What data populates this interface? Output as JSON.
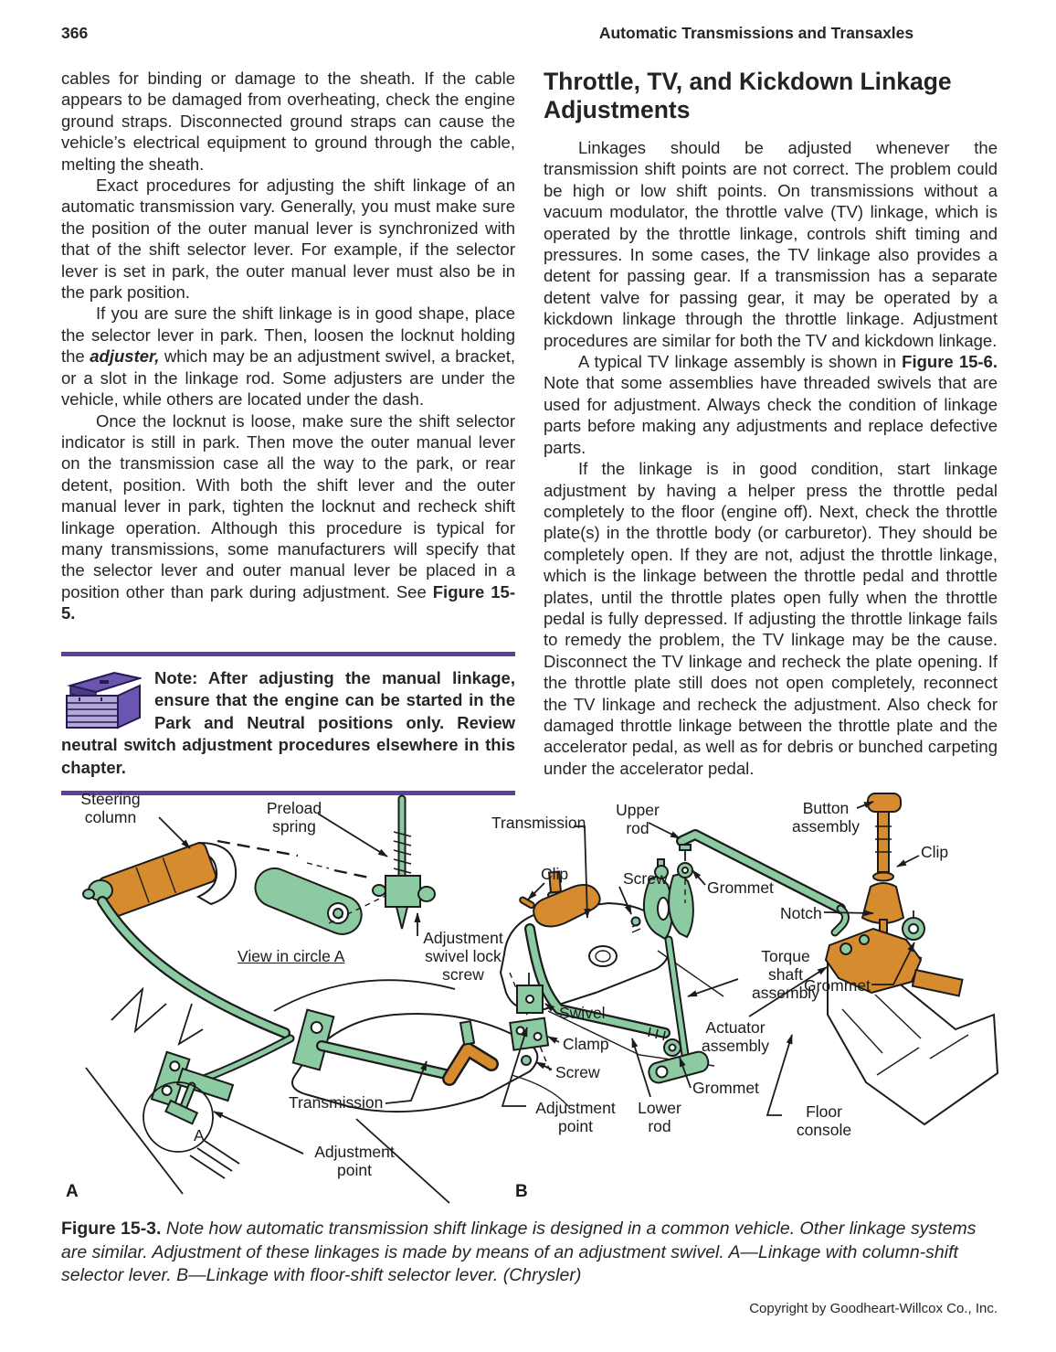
{
  "page": {
    "number": "366",
    "running_head": "Automatic Transmissions and Transaxles",
    "copyright": "Copyright by Goodheart-Willcox Co., Inc."
  },
  "left_column": {
    "para1": "cables for binding or damage to the sheath. If the cable appears to be damaged from overheating, check the engine ground straps. Disconnected ground straps can cause the vehicle’s electrical equipment to ground through the cable, melting the sheath.",
    "para2": "Exact procedures for adjusting the shift linkage of an automatic transmission vary. Generally, you must make sure the position of the outer manual lever is synchronized with that of the shift selector lever. For example, if the selector lever is set in park, the outer manual lever must also be in the park position.",
    "para3": {
      "pre": "If you are sure the shift linkage is in good shape, place the selector lever in park. Then, loosen the locknut holding the ",
      "bold": "adjuster,",
      "post": " which may be an adjustment swivel, a bracket, or a slot in the linkage rod. Some adjusters are under the vehicle, while others are located under the dash."
    },
    "para4": {
      "pre": "Once the locknut is loose, make sure the shift selector indicator is still in park. Then move the outer manual lever on the transmission case all the way to the park, or rear detent, position. With both the shift lever and the outer manual lever in park, tighten the locknut and recheck shift linkage operation. Although this procedure is typical for many transmissions, some manufacturers will specify that the selector lever and outer manual lever be placed in a position other than park during adjustment. See ",
      "bold": "Figure 15-5."
    }
  },
  "note_box": {
    "icon": "toolbox-icon",
    "text": "Note: After adjusting the manual linkage, ensure that the engine can be started in the Park and Neutral positions only. Review neutral switch adjustment procedures elsewhere in this chapter."
  },
  "right_column": {
    "heading": "Throttle, TV, and Kickdown Linkage Adjustments",
    "para1": "Linkages should be adjusted whenever the transmission shift points are not correct. The problem could be high or low shift points. On transmissions without a vacuum modulator, the throttle valve (TV) linkage, which is operated by the throttle linkage, controls shift timing and pressures. In some cases, the TV linkage also provides a detent for passing gear. If a transmission has a separate detent valve for passing gear, it may be operated by a kickdown linkage through the throttle linkage. Adjustment procedures are similar for both the TV and kickdown linkage.",
    "para2": {
      "pre": "A typical TV linkage assembly is shown in ",
      "bold": "Figure 15-6.",
      "post": " Note that some assemblies have threaded swivels that are used for adjustment. Always check the condition of linkage parts before making any adjustments and replace defective parts."
    },
    "para3": "If the linkage is in good condition, start linkage adjustment by having a helper press the throttle pedal completely to the floor (engine off). Next, check the throttle plate(s) in the throttle body (or carburetor). They should be completely open. If they are not, adjust the throttle linkage, which is the linkage between the throttle pedal and throttle plates, until the throttle plates open fully when the throttle pedal is fully depressed. If adjusting the throttle linkage fails to remedy the problem, the TV linkage may be the cause. Disconnect the TV linkage and recheck the plate opening. If the throttle plate still does not open completely, reconnect the TV linkage and recheck the adjustment. Also check for damaged throttle linkage between the throttle plate and the accelerator pedal, as well as for debris or bunched carpeting under the accelerator pedal."
  },
  "figure": {
    "colors": {
      "green": "#8ccaa1",
      "orange": "#d78b2f",
      "line": "#1b1b1b",
      "note_purple": "#5c3f9e"
    },
    "labels": [
      {
        "name": "steering-column",
        "text": "Steering column"
      },
      {
        "name": "preload-spring",
        "text": "Preload spring"
      },
      {
        "name": "transmission-b",
        "text": "Transmission"
      },
      {
        "name": "upper-rod",
        "text": "Upper rod"
      },
      {
        "name": "button-assembly",
        "text": "Button assembly"
      },
      {
        "name": "clip-right",
        "text": "Clip"
      },
      {
        "name": "clip-left",
        "text": "Clip"
      },
      {
        "name": "screw-top",
        "text": "Screw"
      },
      {
        "name": "grommet-top",
        "text": "Grommet"
      },
      {
        "name": "notch",
        "text": "Notch"
      },
      {
        "name": "adjustment-swivel-lock-screw",
        "text": "Adjustment swivel lock screw"
      },
      {
        "name": "view-in-circle-a",
        "text": "View in circle A"
      },
      {
        "name": "torque-shaft-assembly",
        "text": "Torque shaft assembly"
      },
      {
        "name": "grommet-right",
        "text": "Grommet"
      },
      {
        "name": "actuator-assembly",
        "text": "Actuator assembly"
      },
      {
        "name": "swivel",
        "text": "Swivel"
      },
      {
        "name": "clamp",
        "text": "Clamp"
      },
      {
        "name": "screw-bottom",
        "text": "Screw"
      },
      {
        "name": "transmission-a",
        "text": "Transmission"
      },
      {
        "name": "adjustment-point-b",
        "text": "Adjustment point"
      },
      {
        "name": "lower-rod",
        "text": "Lower rod"
      },
      {
        "name": "grommet-bottom",
        "text": "Grommet"
      },
      {
        "name": "floor-console",
        "text": "Floor console"
      },
      {
        "name": "adjustment-point-a",
        "text": "Adjustment point"
      },
      {
        "name": "panel-a",
        "text": "A"
      },
      {
        "name": "panel-b",
        "text": "B"
      },
      {
        "name": "circle-a-letter",
        "text": "A"
      }
    ]
  },
  "caption": {
    "lead": "Figure 15-3.",
    "body": " Note how automatic transmission shift linkage is designed in a common vehicle. Other linkage systems are similar. Adjustment of these linkages is made by means of an adjustment swivel. A—Linkage with column-shift selector lever. B—Linkage with floor-shift selector lever. (Chrysler)"
  }
}
